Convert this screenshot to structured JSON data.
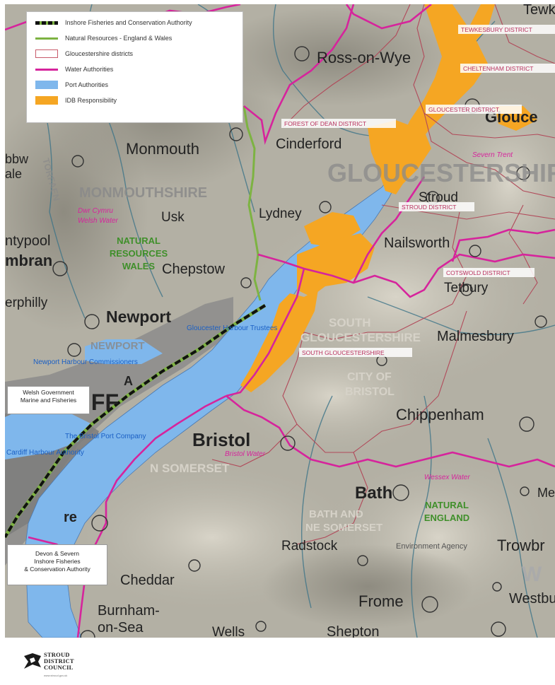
{
  "legend": {
    "items": [
      {
        "label": "Inshore Fisheries and Conservation Authority",
        "color": "#111111",
        "style": "dashed-green"
      },
      {
        "label": "Natural Resources - England & Wales",
        "color": "#7db342",
        "style": "line"
      },
      {
        "label": "Gloucestershire districts",
        "color": "#c85a6a",
        "style": "outline"
      },
      {
        "label": "Water Authorities",
        "color": "#d6249c",
        "style": "line"
      },
      {
        "label": "Port Authorities",
        "color": "#7fb7ec",
        "style": "fill"
      },
      {
        "label": "IDB Responsibility",
        "color": "#f5a623",
        "style": "fill"
      }
    ]
  },
  "colors": {
    "port": "#7fb7ec",
    "idb": "#f5a623",
    "water": "#d6249c",
    "natural": "#7db342",
    "district": "#b14a5a",
    "terrain": "#b3b0a4",
    "wales_grey": "#8c8c8c"
  },
  "callouts": {
    "welsh_gov": [
      "Welsh Government",
      "Marine and Fisheries"
    ],
    "devon_severn": [
      "Devon & Severn",
      "Inshore Fisheries",
      "& Conservation Authority"
    ]
  },
  "map_labels": {
    "tewkesbury_town": "Tewk",
    "ross_on_wye": "Ross-on-Wye",
    "gloucester_town": "Glouce",
    "monmouth": "Monmouth",
    "cinderford": "Cinderford",
    "gloucestershire": "GLOUCESTERSHIRE",
    "monmouthshire": "MONMOUTHSHIRE",
    "torfaen": "TORFAEN",
    "usk": "Usk",
    "lydney": "Lydney",
    "stroud": "Stroud",
    "nailsworth": "Nailsworth",
    "pontypool": "ntypool",
    "cwmbran": "mbran",
    "ebbw_vale_1": "bbw",
    "ebbw_vale_2": "ale",
    "chepstow": "Chepstow",
    "tetbury": "Tetbury",
    "caerphilly": "erphilly",
    "newport": "Newport",
    "newport_county": "NEWPORT",
    "south_glos_1": "SOUTH",
    "south_glos_2": "GLOUCESTERSHIRE",
    "malmesbury": "Malmesbury",
    "cardiff": "IFF",
    "city_of_1": "CITY OF",
    "city_of_2": "BRISTOL",
    "chippenham": "Chippenham",
    "bristol": "Bristol",
    "n_somerset": "N SOMERSET",
    "bath": "Bath",
    "bath_ne_1": "BATH AND",
    "bath_ne_2": "NE SOMERSET",
    "radstock": "Radstock",
    "trowbridge": "Trowbr",
    "melksham": "Me",
    "cheddar": "Cheddar",
    "frome": "Frome",
    "westbury": "Westbu",
    "burnham_1": "Burnham-",
    "burnham_2": "on-Sea",
    "wells": "Wells",
    "shepton": "Shepton",
    "penarth": "re",
    "a_letter": "A",
    "w_letter": "W",
    "tewkesbury_district": "TEWKESBURY DISTRICT",
    "cheltenham_district": "CHELTENHAM DISTRICT",
    "gloucester_district": "GLOUCESTER DISTRICT",
    "forest_of_dean_district": "FOREST OF DEAN DISTRICT",
    "stroud_district": "STROUD DISTRICT",
    "cotswold_district": "COTSWOLD DISTRICT",
    "south_glos_district": "SOUTH GLOUCESTERSHIRE",
    "severn_trent": "Severn Trent",
    "welsh_water_1": "Dwr Cymru",
    "welsh_water_2": "Welsh Water",
    "bristol_water": "Bristol Water",
    "wessex_water": "Wessex Water",
    "nrw_1": "NATURAL",
    "nrw_2": "RESOURCES",
    "nrw_3": "WALES",
    "ne_1": "NATURAL",
    "ne_2": "ENGLAND",
    "env_agency": "Environment Agency",
    "gloucester_harbour": "Gloucester Harbour Trustees",
    "newport_harbour": "Newport Harbour Commissioners",
    "bristol_port": "The Bristol Port Company",
    "cardiff_harbour": "Cardiff Harbour Authority"
  },
  "logo": {
    "line1": "STROUD",
    "line2": "DISTRICT",
    "line3": "COUNCIL",
    "sub": "www.stroud.gov.uk"
  }
}
